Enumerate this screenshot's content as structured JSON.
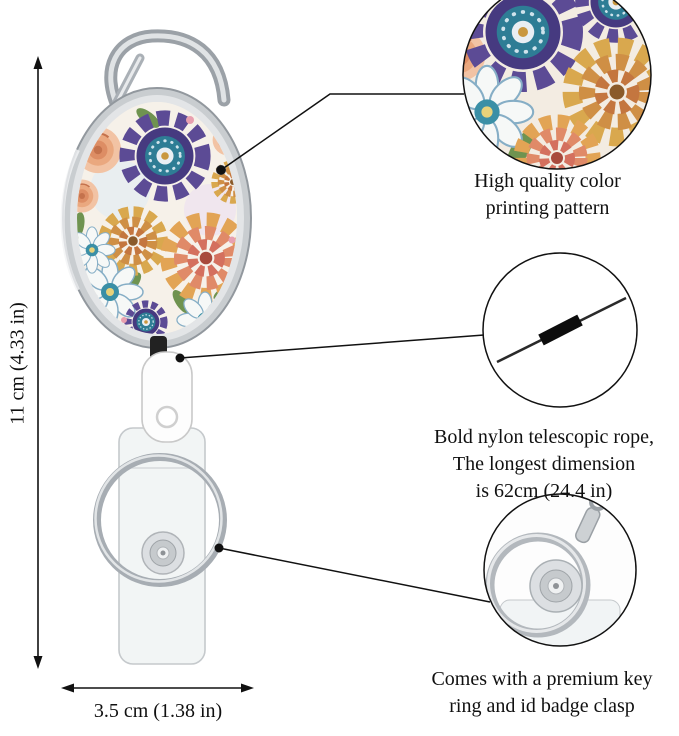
{
  "dimension_labels": {
    "height": "11 cm (4.33 in)",
    "width": "3.5 cm (1.38 in)"
  },
  "callouts": {
    "pattern": {
      "line1": "High quality color",
      "line2": "printing pattern"
    },
    "rope": {
      "line1": "Bold nylon telescopic rope,",
      "line2": "The longest dimension",
      "line3": "is 62cm (24.4 in)"
    },
    "clasp": {
      "line1": "Comes with a premium key",
      "line2": "ring and id badge clasp"
    }
  },
  "colors": {
    "background": "#ffffff",
    "annotation_line": "#111111",
    "frame_silver": "#c9cdd0",
    "mandala_purple": "#5c4b95",
    "mandala_teal": "#2e7d95",
    "dahlia_gold": "#d9a84e",
    "dahlia_pink": "#d4705e",
    "rose_peach": "#f2c3a4",
    "leaf_green": "#6f9350"
  }
}
